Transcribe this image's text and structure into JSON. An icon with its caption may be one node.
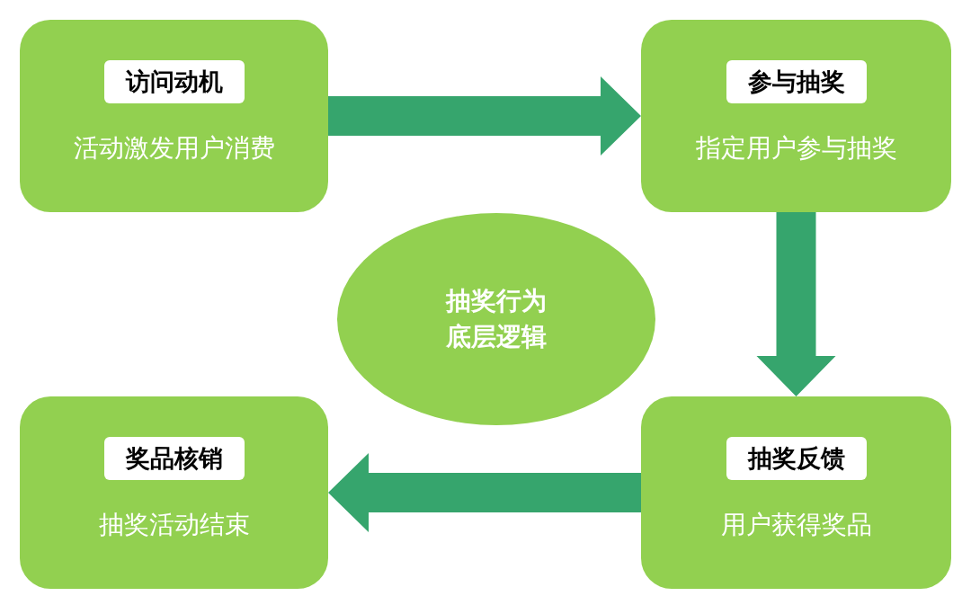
{
  "diagram": {
    "nodes": [
      {
        "text": [
          "访问动机",
          "活动激发用户消费"
        ]
      },
      {
        "text": [
          "参与抽奖",
          "指定用户参与抽奖"
        ]
      },
      {
        "text": [
          "抽奖行为底层逻辑"
        ]
      },
      {
        "text": [
          "奖品核销",
          "抽奖活动结束"
        ]
      },
      {
        "text": [
          "抽奖反馈",
          "用户获得奖品"
        ]
      }
    ],
    "edges": [
      {
        "from": 0,
        "to": 1,
        "arrow": "to"
      },
      {
        "from": 1,
        "to": 4,
        "arrow": "to"
      },
      {
        "from": 4,
        "to": 3,
        "arrow": "to"
      }
    ]
  }
}
